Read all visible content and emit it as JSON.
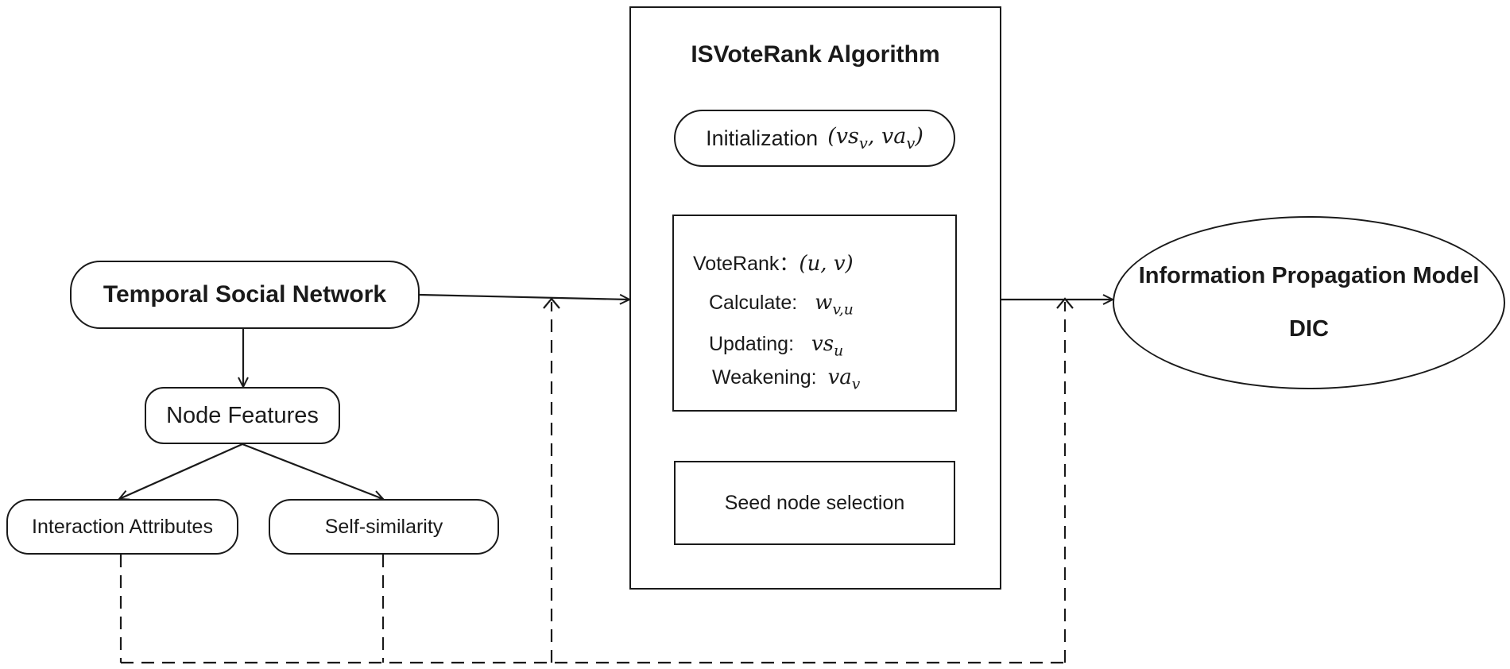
{
  "nodes": {
    "temporal_social_network": "Temporal Social Network",
    "node_features": "Node Features",
    "interaction_attributes": "Interaction Attributes",
    "self_similarity": "Self-similarity"
  },
  "algorithm": {
    "title": "ISVoteRank Algorithm",
    "initialization": {
      "label": "Initialization",
      "formula_open": "(",
      "var1_base": "vs",
      "var1_sub": "v",
      "sep": ", ",
      "var2_base": "va",
      "var2_sub": "v",
      "formula_close": ")"
    },
    "voterank": {
      "label": "VoteRank：",
      "pair": "(u, v)",
      "calculate_label": "Calculate:",
      "calculate_base": "w",
      "calculate_sub": "v,u",
      "updating_label": "Updating:",
      "updating_base": "vs",
      "updating_sub": "u",
      "weakening_label": "Weakening:",
      "weakening_base": "va",
      "weakening_sub": "v"
    },
    "seed_selection": "Seed node selection"
  },
  "model": {
    "title": "Information Propagation Model",
    "subtitle": "DIC"
  },
  "colors": {
    "stroke": "#1a1a1a",
    "background": "#ffffff"
  }
}
